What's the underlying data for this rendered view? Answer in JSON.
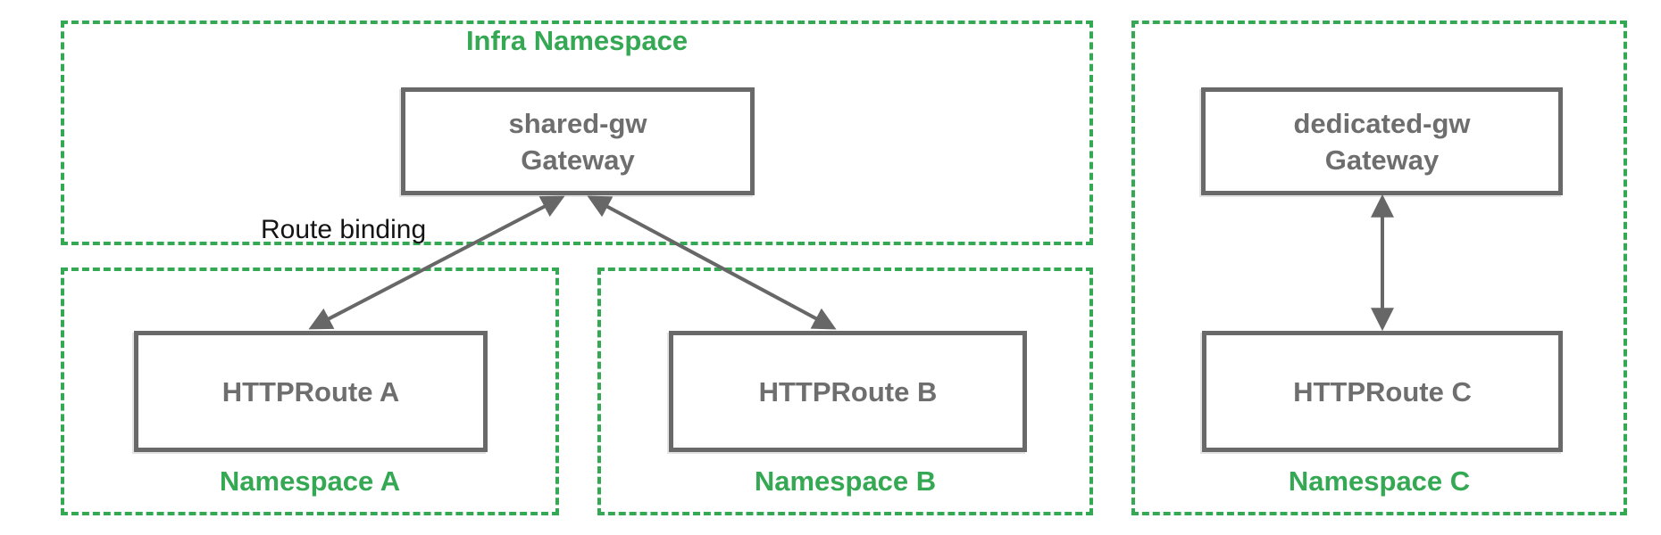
{
  "colors": {
    "namespace_green": "#34a853",
    "node_gray": "#696969",
    "node_text_gray": "#6e6e6e",
    "annotation_black": "#141414"
  },
  "infra": {
    "label": "Infra Namespace",
    "gateway_name": "shared-gw",
    "gateway_kind": "Gateway"
  },
  "namespace_a": {
    "label": "Namespace A",
    "route_label": "HTTPRoute A"
  },
  "namespace_b": {
    "label": "Namespace B",
    "route_label": "HTTPRoute B"
  },
  "namespace_c": {
    "label": "Namespace C",
    "gateway_name": "dedicated-gw",
    "gateway_kind": "Gateway",
    "route_label": "HTTPRoute C"
  },
  "annotation": {
    "route_binding": "Route binding"
  }
}
